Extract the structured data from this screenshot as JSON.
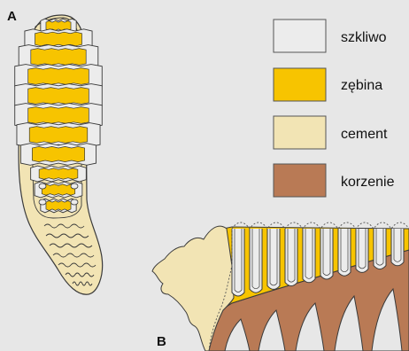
{
  "panels": {
    "a": "A",
    "b": "B"
  },
  "legend": [
    {
      "label": "szkliwo",
      "color": "#ececec"
    },
    {
      "label": "zębina",
      "color": "#f7c400"
    },
    {
      "label": "cement",
      "color": "#f2e4b4"
    },
    {
      "label": "korzenie",
      "color": "#b97a55"
    }
  ],
  "colors": {
    "background": "#e7e7e7",
    "outline": "#3a3a3a"
  }
}
